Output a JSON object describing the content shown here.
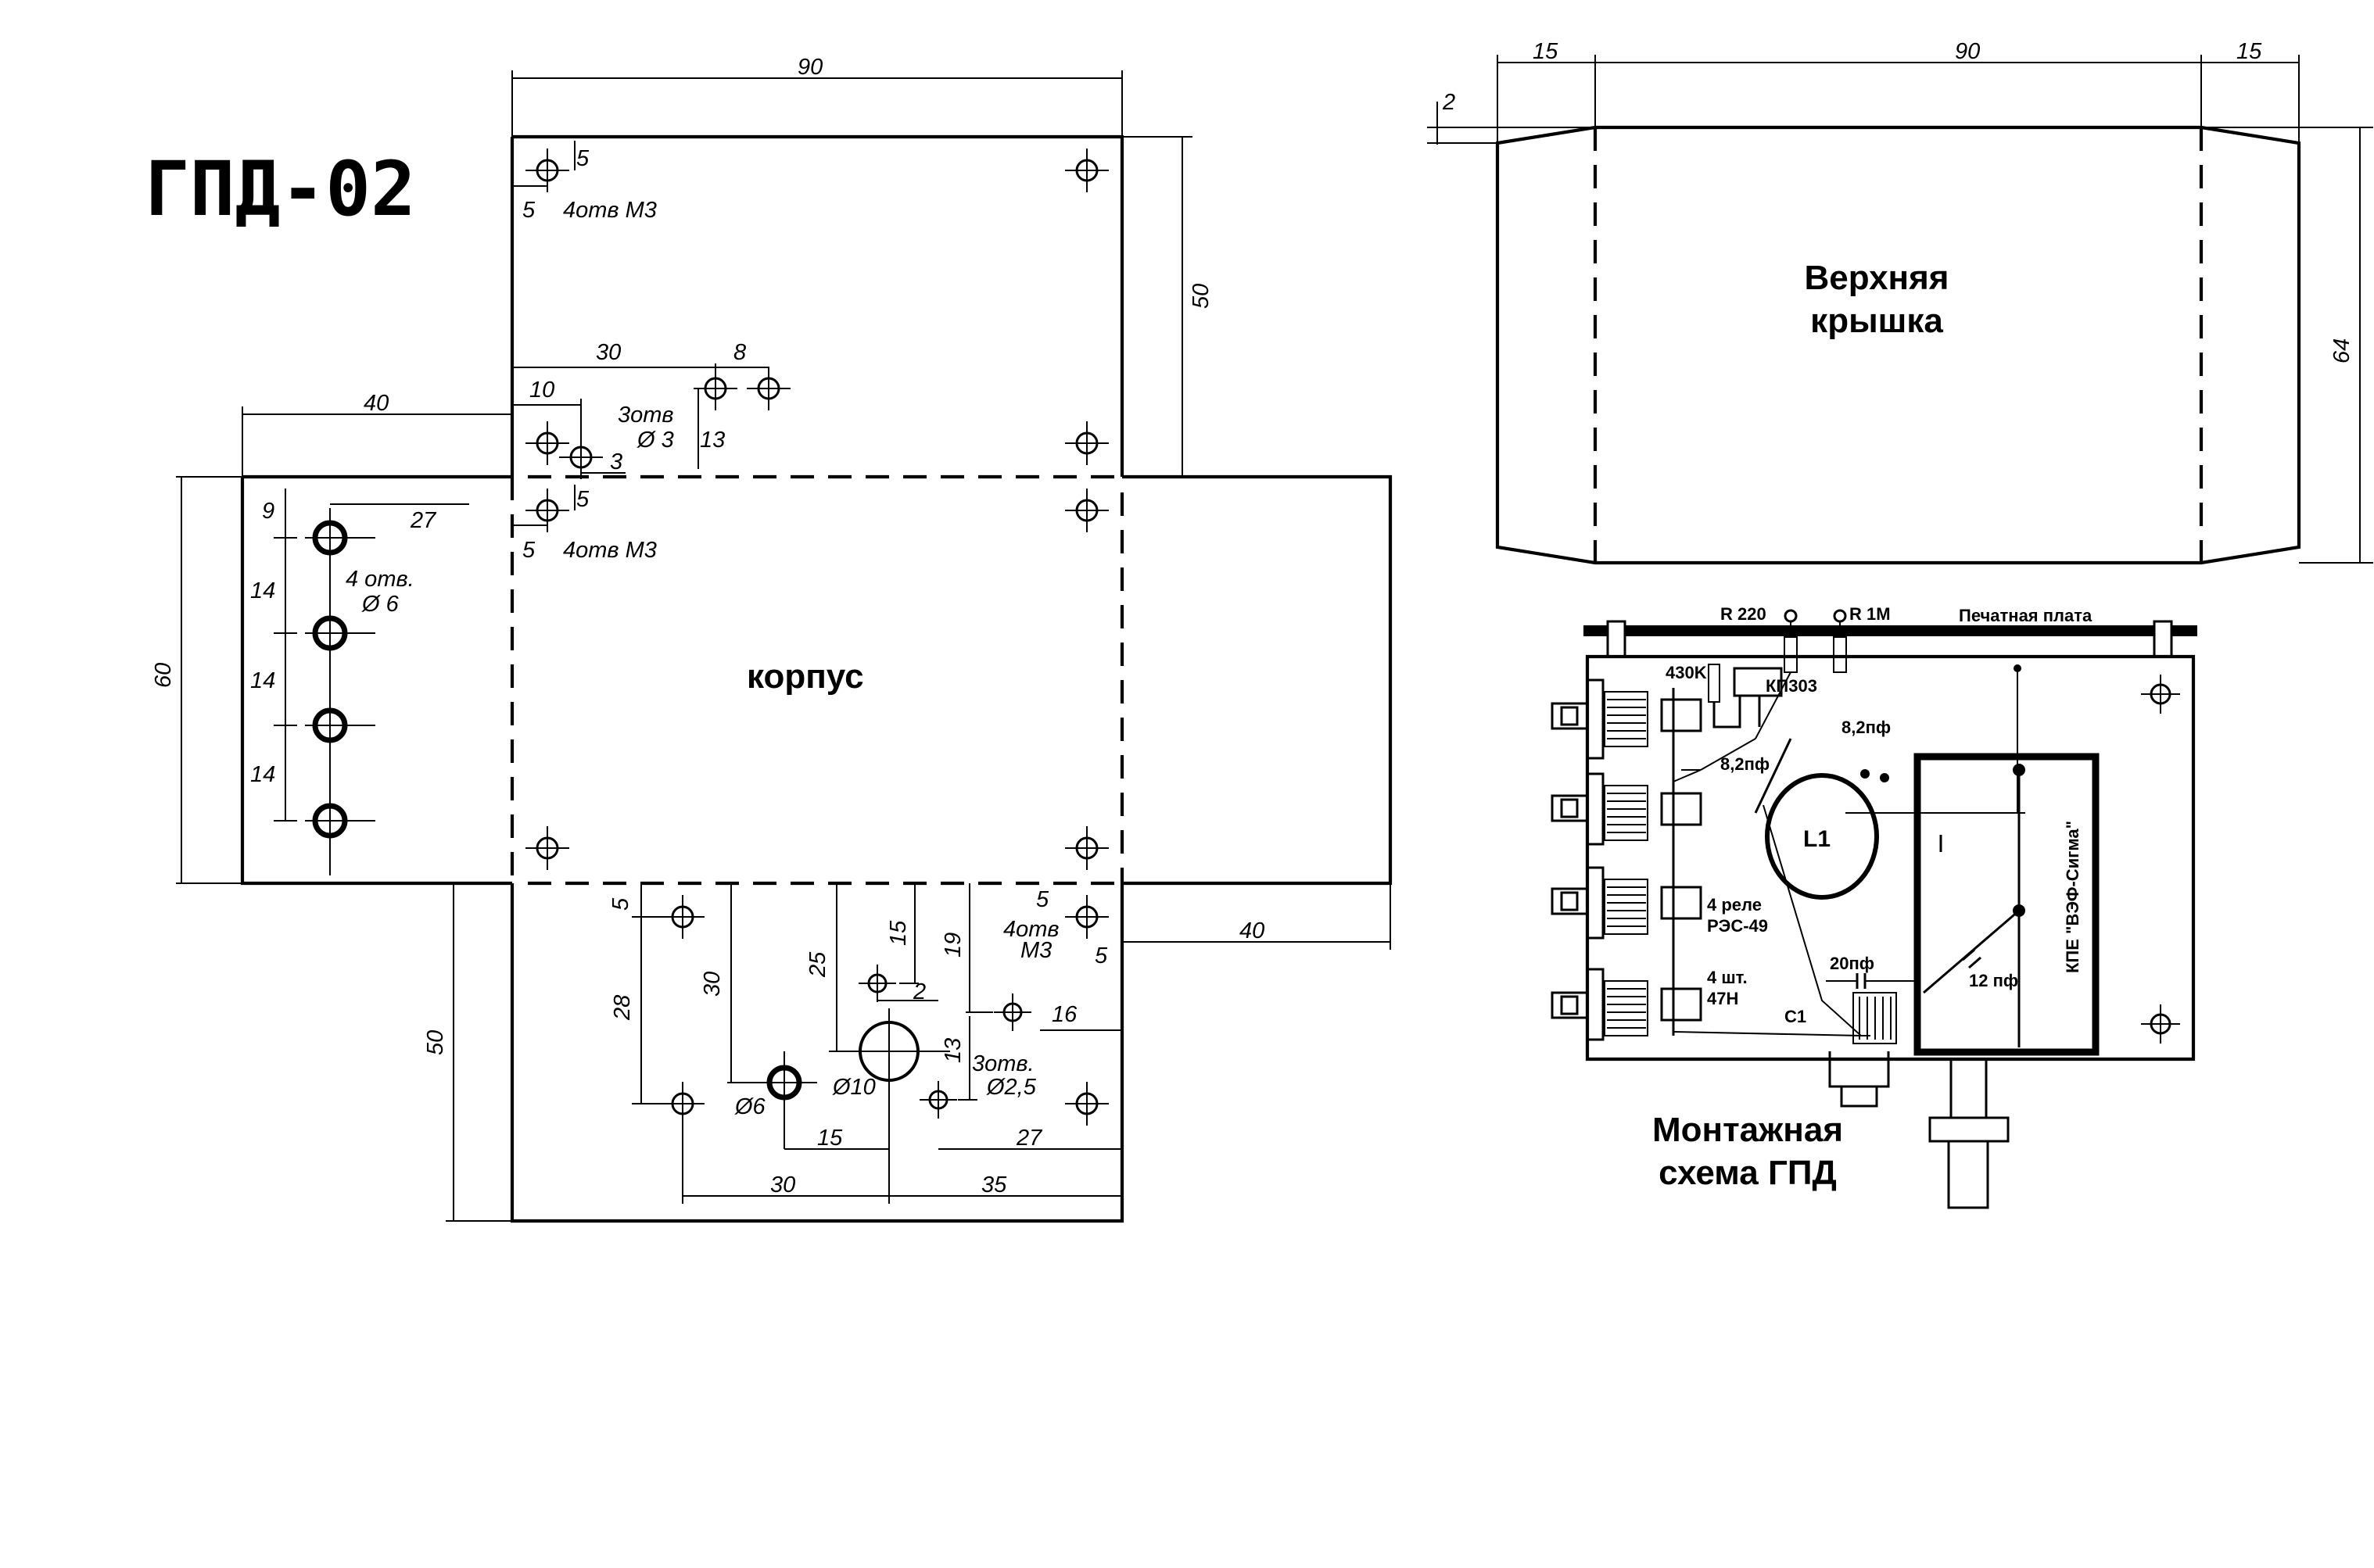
{
  "title": "ГПД-02",
  "labels": {
    "housing": "корпус",
    "lid_line1": "Верхняя",
    "lid_line2": "крышка",
    "wiring_line1": "Монтажная",
    "wiring_line2": "схема ГПД"
  },
  "dimensions": {
    "top_width": "90",
    "top_height": "50",
    "left_width": "40",
    "left_height": "60",
    "right_width": "40",
    "bottom_height": "50",
    "lid_left": "15",
    "lid_mid": "90",
    "lid_right": "15",
    "lid_gap": "2",
    "lid_height": "64"
  },
  "top_panel": {
    "d5a": "5",
    "d5b": "5",
    "holes_m3": "4отв М3",
    "d30": "30",
    "d8": "8",
    "d10": "10",
    "holes3_line1": "3отв",
    "holes3_line2": "Ø 3",
    "d13": "13",
    "d3": "3",
    "d5c": "5",
    "d5d": "5",
    "holes_m3b": "4отв М3"
  },
  "left_panel": {
    "d9": "9",
    "d27": "27",
    "d14a": "14",
    "d14b": "14",
    "d14c": "14",
    "holes_line1": "4 отв.",
    "holes_line2": "Ø 6"
  },
  "bottom_panel": {
    "d5a": "5",
    "d28": "28",
    "d30v": "30",
    "d25": "25",
    "d15v": "15",
    "d19": "19",
    "d2": "2",
    "d5b": "5",
    "holes_m3_line1": "4отв",
    "holes_m3_line2": "М3",
    "d5c": "5",
    "d16": "16",
    "d13": "13",
    "holes25_line1": "3отв.",
    "holes25_line2": "Ø2,5",
    "dia6": "Ø6",
    "dia10": "Ø10",
    "d15h": "15",
    "d27": "27",
    "d30h": "30",
    "d35": "35"
  },
  "schematic": {
    "r220": "R 220",
    "r1m": "R 1M",
    "pcb": "Печатная плата",
    "r430": "430K",
    "kp303": "КП303",
    "c82a": "8,2пф",
    "c82b": "8,2пф",
    "l1": "L1",
    "relay_line1": "4 реле",
    "relay_line2": "РЭС-49",
    "coils_line1": "4 шт.",
    "coils_line2": "47Н",
    "c20": "20пф",
    "c12": "12 пф",
    "c1": "C1",
    "kpe": "КПЕ \"ВЭФ-Сигма\""
  }
}
